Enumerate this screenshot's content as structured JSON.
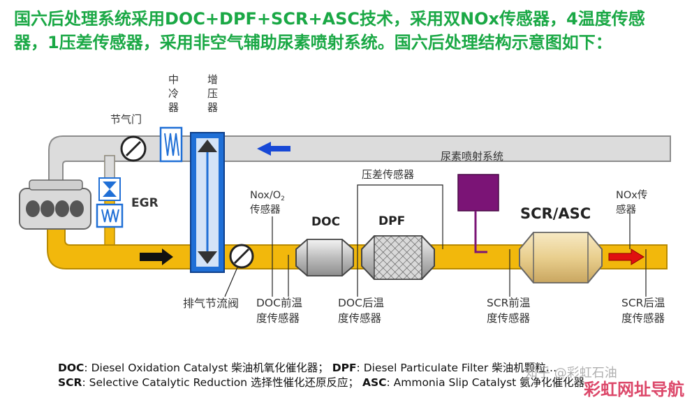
{
  "header": {
    "title": "国六后处理系统采用DOC+DPF+SCR+ASC技术，采用双NOx传感器，4温度传感器，1压差传感器，采用非空气辅助尿素喷射系统。国六后处理结构示意图如下："
  },
  "labels": {
    "intercooler": "中冷器",
    "turbo": "增压器",
    "throttle": "节气门",
    "egr": "EGR",
    "nox_o2_1": "Nox/O",
    "nox_o2_sub": "2",
    "nox_o2_2": "传感器",
    "doc": "DOC",
    "dpf": "DPF",
    "scr_asc": "SCR/ASC",
    "dp_sensor": "压差传感器",
    "urea": "尿素喷射系统",
    "nox_out_1": "NOx传",
    "nox_out_2": "感器",
    "exhaust_throttle": "排气节流阀",
    "doc_pre_1": "DOC前温",
    "doc_pre_2": "度传感器",
    "doc_post_1": "DOC后温",
    "doc_post_2": "度传感器",
    "scr_pre_1": "SCR前温",
    "scr_pre_2": "度传感器",
    "scr_post_1": "SCR后温",
    "scr_post_2": "度传感器"
  },
  "legend": {
    "line1": [
      {
        "abbr": "DOC",
        "text": ": Diesel Oxidation Catalyst 柴油机氧化催化器； "
      },
      {
        "abbr": "DPF",
        "text": ": Diesel Particulate Filter 柴油机颗粒…"
      }
    ],
    "line2": [
      {
        "abbr": "SCR",
        "text": ": Selective Catalytic Reduction 选择性催化还原反应； "
      },
      {
        "abbr": "ASC",
        "text": ": Ammonia Slip Catalyst 氨净化催化器"
      }
    ]
  },
  "watermarks": {
    "zhihu": "知乎 @",
    "author": "彩虹石油",
    "site": "彩虹网址导航"
  },
  "colors": {
    "header_green": "#1aa845",
    "pipe_yellow": "#f2b80c",
    "pipe_outline": "#b88a00",
    "intake_gray": "#dcdcdc",
    "turbo_blue": "#1f6fd6",
    "urea_purple": "#7b1476",
    "arrow_red": "#e01010",
    "arrow_blue": "#1748d6"
  }
}
